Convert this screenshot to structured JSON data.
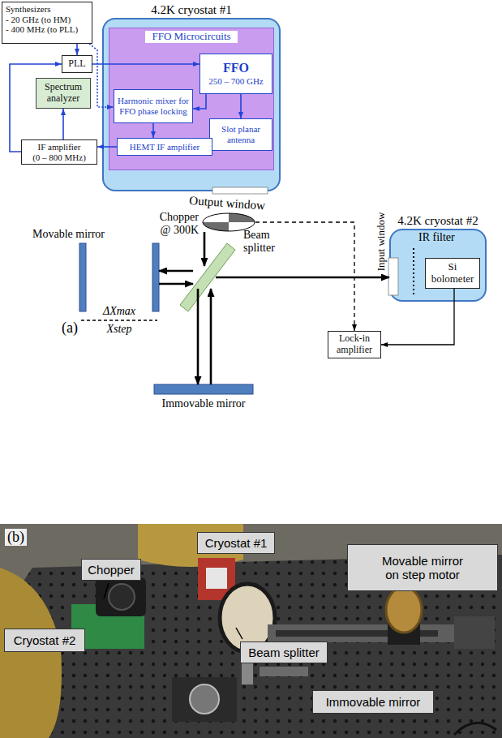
{
  "diagram": {
    "nodes": [
      {
        "text": [
          "Synthesizers",
          "- 20 GHz (to HM)",
          "- 400 MHz (to PLL)"
        ]
      },
      {
        "text": [
          "4.2K cryostat #1"
        ]
      },
      {
        "text": [
          "PLL"
        ]
      },
      {
        "text": [
          "FFO Microcircuits"
        ],
        "in": 1
      },
      {
        "text": [
          "FFO",
          "250 – 700 GHz"
        ],
        "in": 3
      },
      {
        "text": [
          "Spectrum analyzer"
        ]
      },
      {
        "text": [
          "Harmonic mixer for FFO phase locking"
        ],
        "in": 3
      },
      {
        "text": [
          "Slot planar antenna"
        ],
        "in": 3
      },
      {
        "text": [
          "HEMT IF amplifier"
        ],
        "in": 3
      },
      {
        "text": [
          "IF amplifier",
          "(0 – 800 MHz)"
        ]
      },
      {
        "text": [
          "Chopper @ 300K"
        ]
      },
      {
        "text": [
          "Movable mirror"
        ]
      },
      {
        "text": [
          "Beam splitter"
        ]
      },
      {
        "text": [
          "4.2K cryostat #2"
        ]
      },
      {
        "text": [
          "Si bolometer"
        ],
        "in": 13
      },
      {
        "text": [
          "Lock-in amplifier"
        ]
      },
      {
        "text": [
          "Immovable mirror"
        ]
      },
      {
        "text": [
          "Cryostat #1"
        ]
      },
      {
        "text": [
          "Movable mirror on step motor"
        ]
      },
      {
        "text": [
          "Chopper"
        ]
      },
      {
        "text": [
          "Cryostat #2"
        ]
      },
      {
        "text": [
          "Beam splitter"
        ]
      },
      {
        "text": [
          "Immovable mirror"
        ]
      }
    ],
    "edges": [
      {
        "from": 0,
        "to": 2,
        "arrow": "to"
      },
      {
        "from": 0,
        "to": 6,
        "arrow": "to"
      },
      {
        "from": 2,
        "to": 4,
        "arrow": "to"
      },
      {
        "from": 4,
        "to": 7,
        "arrow": "to"
      },
      {
        "from": 4,
        "to": 6,
        "arrow": "to"
      },
      {
        "from": 6,
        "to": 8,
        "arrow": "to"
      },
      {
        "from": 8,
        "to": 9,
        "arrow": "to"
      },
      {
        "from": 9,
        "to": 5,
        "arrow": "to"
      },
      {
        "from": 9,
        "to": 2,
        "arrow": "to"
      },
      {
        "from": 10,
        "to": 12,
        "arrow": "to"
      },
      {
        "from": 12,
        "to": 11,
        "arrow": "to"
      },
      {
        "from": 11,
        "to": 12,
        "arrow": "to"
      },
      {
        "from": 12,
        "to": 16,
        "arrow": "to"
      },
      {
        "from": 16,
        "to": 12,
        "arrow": "to"
      },
      {
        "from": 12,
        "to": 13,
        "arrow": "to"
      },
      {
        "from": 14,
        "to": 15,
        "arrow": "to"
      },
      {
        "from": 10,
        "to": 15,
        "arrow": "to"
      }
    ],
    "labels": [
      "Output window",
      "ΔXmax",
      "Xstep",
      "(a)",
      "IR filter",
      "Input window",
      "(b)"
    ]
  }
}
